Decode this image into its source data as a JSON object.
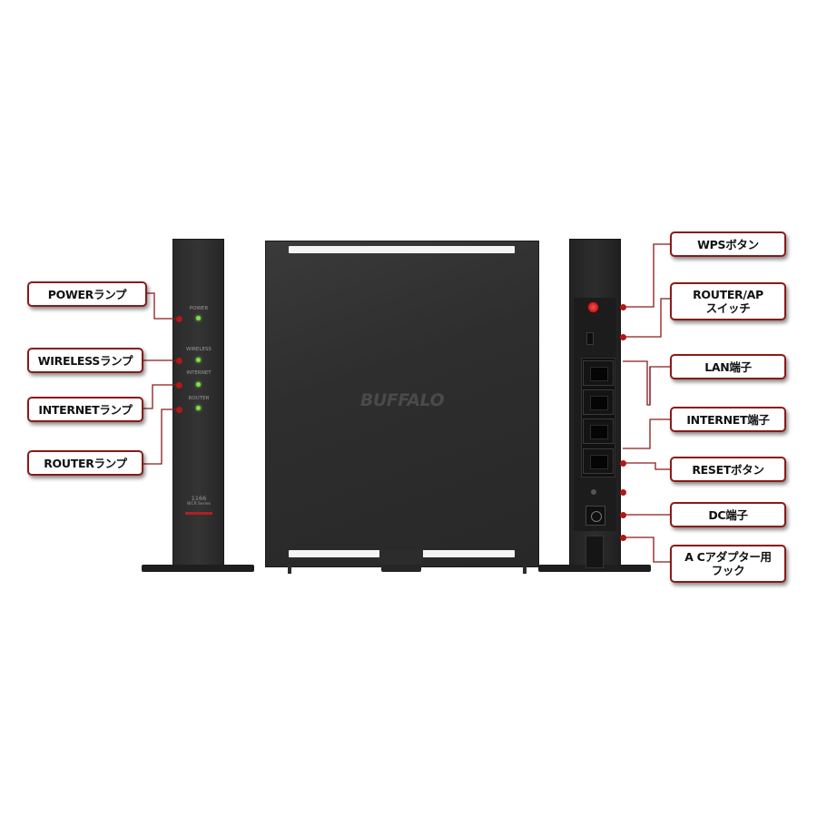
{
  "left_labels": [
    {
      "id": "power",
      "text": "POWERランプ"
    },
    {
      "id": "wireless",
      "text": "WIRELESSランプ"
    },
    {
      "id": "internet",
      "text": "INTERNETランプ"
    },
    {
      "id": "router",
      "text": "ROUTERランプ"
    }
  ],
  "right_labels": [
    {
      "id": "wps",
      "lines": [
        "WPSボタン"
      ]
    },
    {
      "id": "router-ap",
      "lines": [
        "ROUTER/AP",
        "スイッチ"
      ]
    },
    {
      "id": "lan",
      "lines": [
        "LAN端子"
      ]
    },
    {
      "id": "internet-port",
      "lines": [
        "INTERNET端子"
      ]
    },
    {
      "id": "reset",
      "lines": [
        "RESETボタン"
      ]
    },
    {
      "id": "dc",
      "lines": [
        "DC端子"
      ]
    },
    {
      "id": "ac-hook",
      "lines": [
        "A Cアダプター用",
        "フック"
      ]
    }
  ],
  "panel": {
    "power": "POWER",
    "wireless": "WIRELESS",
    "internet": "INTERNET",
    "router": "ROUTER",
    "model": "1166",
    "series": "WCR Series"
  },
  "brand": "BUFFALO",
  "colors": {
    "callout": "#8b1a1a",
    "device": "#2d2d2d",
    "led": "#7fe04a"
  }
}
